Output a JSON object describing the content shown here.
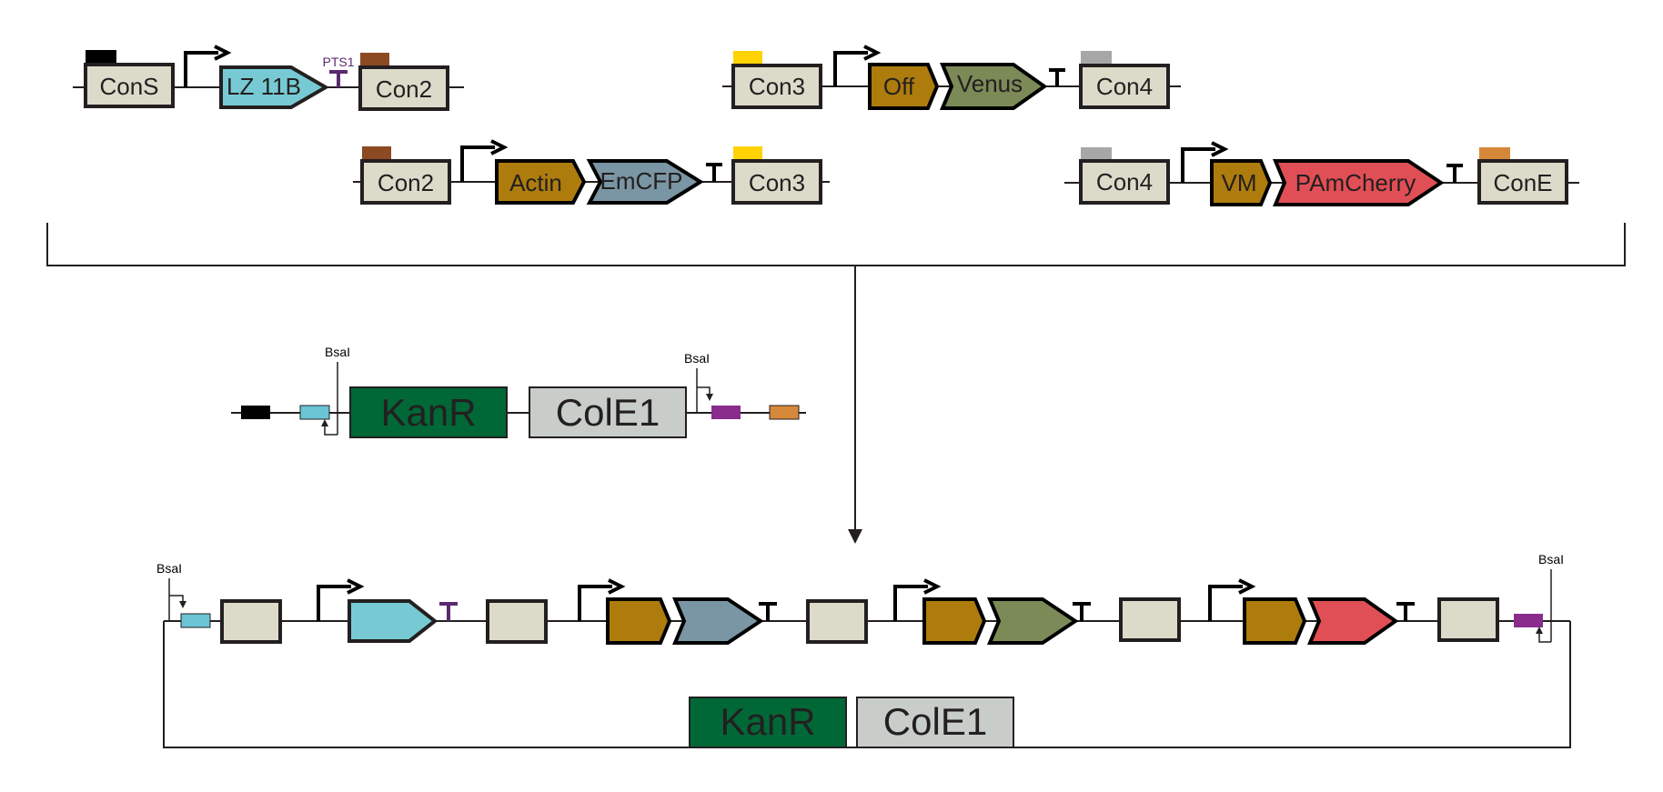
{
  "colors": {
    "connector_fill": "#dcdac9",
    "outline": "#231f20",
    "lz11b": "#77cad3",
    "actin_off_vm": "#ae7c0d",
    "emcfp": "#7a95a3",
    "venus": "#7b8a57",
    "pamcherry": "#e04f55",
    "kanr": "#006837",
    "cole1": "#c8cdca",
    "pts1": "#5b2a6e",
    "tab_cons": "#000000",
    "tab_con2": "#8b4a22",
    "tab_con3": "#ffd200",
    "tab_con4": "#a7a7a7",
    "tab_cone": "#d5883a",
    "site_cyan": "#6ac4d4",
    "site_purple": "#8a2c8c"
  },
  "units": {
    "unit1": {
      "left_connector": "ConS",
      "cds": "LZ 11B",
      "tag": "PTS1",
      "right_connector": "Con2"
    },
    "unit2": {
      "left_connector": "Con2",
      "part1": "Actin",
      "part2": "EmCFP",
      "right_connector": "Con3"
    },
    "unit3": {
      "left_connector": "Con3",
      "part1": "Off",
      "part2": "Venus",
      "right_connector": "Con4"
    },
    "unit4": {
      "left_connector": "Con4",
      "part1": "VM",
      "part2": "PAmCherry",
      "right_connector": "ConE"
    }
  },
  "vector": {
    "site_left": "BsaI",
    "site_right": "BsaI",
    "marker": "KanR",
    "origin": "ColE1"
  },
  "assembly": {
    "site_left": "BsaI",
    "site_right": "BsaI",
    "marker": "KanR",
    "origin": "ColE1"
  }
}
